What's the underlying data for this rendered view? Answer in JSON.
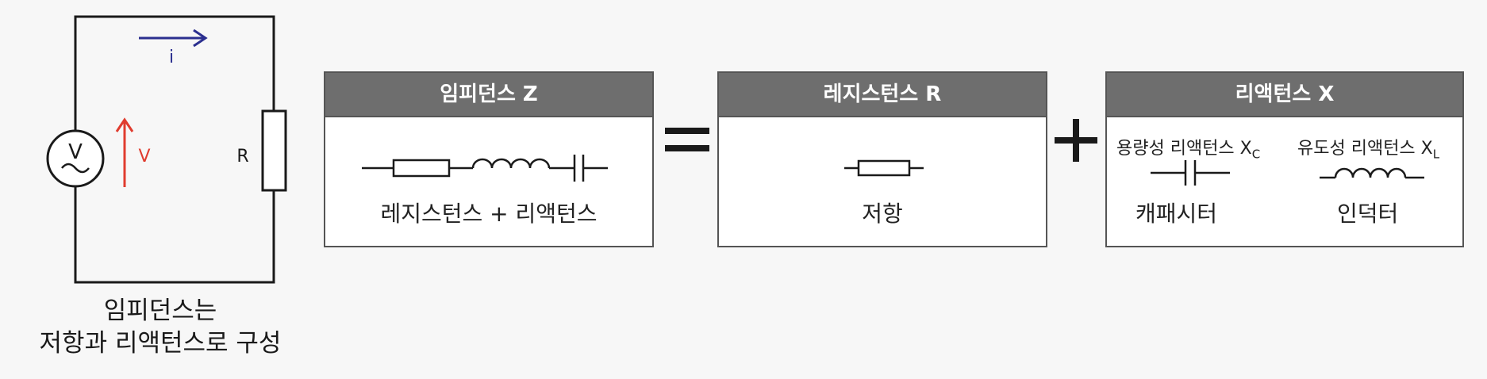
{
  "circuit": {
    "current_label": "i",
    "voltage_label": "V",
    "source_label": "V",
    "resistor_label": "R",
    "caption_line1": "임피던스는",
    "caption_line2": "저항과 리액턴스로 구성"
  },
  "colors": {
    "current_arrow": "#2b2f8f",
    "voltage_arrow": "#e03c2f",
    "header_bg": "#6e6e6e",
    "border": "#555555"
  },
  "impedance_box": {
    "title": "임피던스 Z",
    "label": "레지스턴스 + 리액턴스"
  },
  "equals_symbol": "=",
  "resistance_box": {
    "title": "레지스턴스 R",
    "label": "저항"
  },
  "plus_symbol": "+",
  "reactance_box": {
    "title": "리액턴스 X",
    "capacitive": {
      "heading": "용량성 리액턴스 X",
      "subscript": "C",
      "label": "캐패시터"
    },
    "inductive": {
      "heading": "유도성 리액턴스 X",
      "subscript": "L",
      "label": "인덕터"
    }
  }
}
